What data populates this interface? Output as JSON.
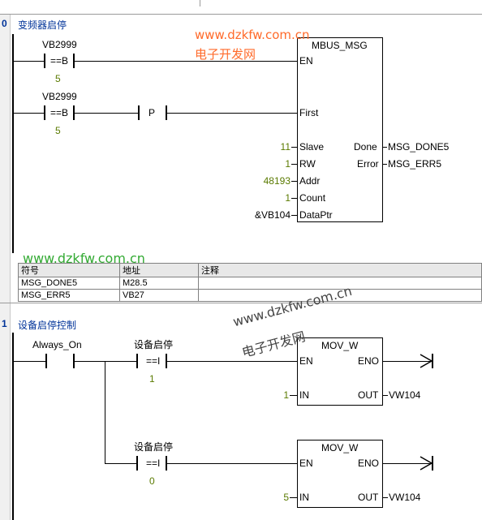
{
  "networks": [
    {
      "index": "0",
      "title": "变频器启停",
      "contacts": [
        {
          "tag": "VB2999",
          "op": "==B",
          "value": "5"
        },
        {
          "tag": "VB2999",
          "op": "==B",
          "value": "5"
        }
      ],
      "pulse_label": "P",
      "block": {
        "title": "MBUS_MSG",
        "en": "EN",
        "first": "First",
        "inputs": [
          {
            "value": "11",
            "pin": "Slave"
          },
          {
            "value": "1",
            "pin": "RW"
          },
          {
            "value": "48193",
            "pin": "Addr"
          },
          {
            "value": "1",
            "pin": "Count"
          },
          {
            "value": "&VB104",
            "pin": "DataPtr"
          }
        ],
        "outputs": [
          {
            "pin": "Done",
            "value": "MSG_DONE5"
          },
          {
            "pin": "Error",
            "value": "MSG_ERR5"
          }
        ]
      }
    },
    {
      "index": "1",
      "title": "设备启停控制",
      "contact_main": "Always_On",
      "branches": [
        {
          "tag": "设备启停",
          "op": "==I",
          "value": "1",
          "block": {
            "title": "MOV_W",
            "en": "EN",
            "eno": "ENO",
            "in_value": "1",
            "in_pin": "IN",
            "out_pin": "OUT",
            "out_value": "VW104"
          }
        },
        {
          "tag": "设备启停",
          "op": "==I",
          "value": "0",
          "block": {
            "title": "MOV_W",
            "en": "EN",
            "eno": "ENO",
            "in_value": "5",
            "in_pin": "IN",
            "out_pin": "OUT",
            "out_value": "VW104"
          }
        }
      ]
    }
  ],
  "symbol_table": {
    "headers": [
      "符号",
      "地址",
      "注释"
    ],
    "rows": [
      [
        "MSG_DONE5",
        "M28.5",
        ""
      ],
      [
        "MSG_ERR5",
        "VB27",
        ""
      ]
    ]
  },
  "watermarks": {
    "url": "www.dzkfw.com.cn",
    "name": "电子开发网"
  },
  "colors": {
    "accent": "#003399",
    "number": "#5a7a00",
    "watermark": "#ff6a2a",
    "watermark_green": "#33aa33"
  }
}
